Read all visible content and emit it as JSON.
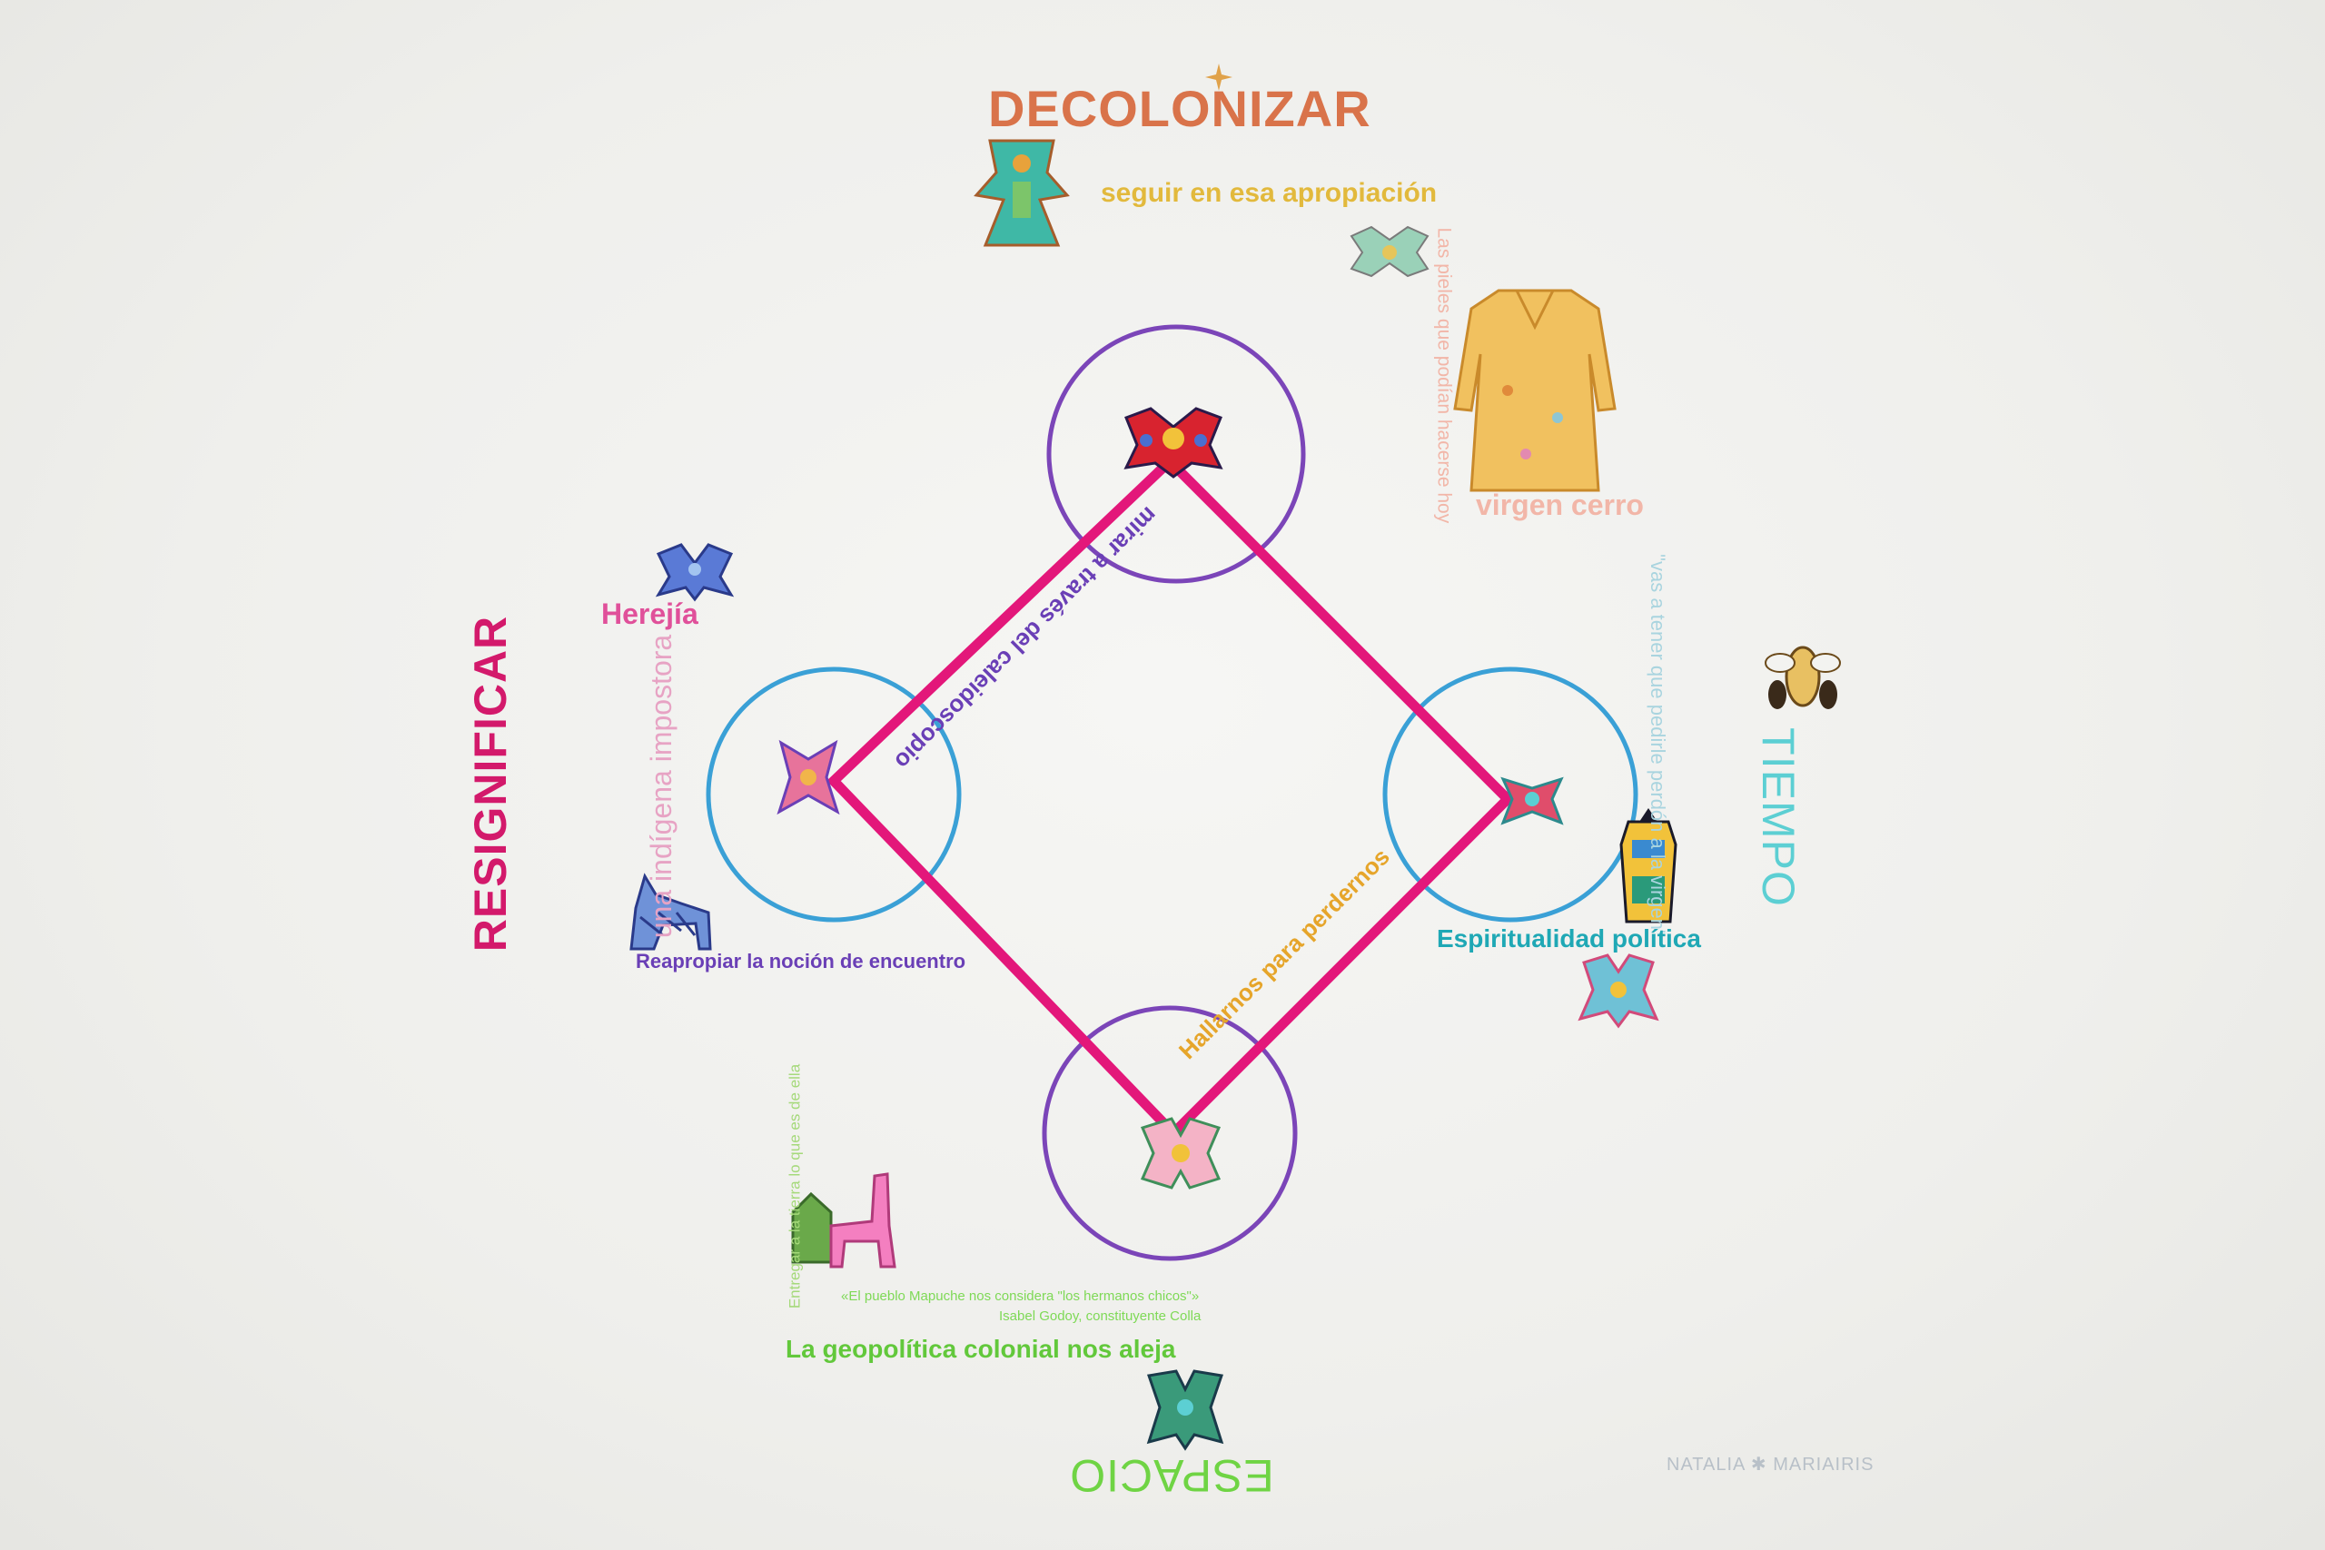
{
  "colors": {
    "wall": "#efefec",
    "decolonizar": "#d9734a",
    "resignificar": "#d3196b",
    "tiempo": "#5ccfd3",
    "espacio": "#6fd444",
    "diamond": "#e3177a",
    "circle_purple": "#7b45b8",
    "circle_blue": "#3aa0d6",
    "apropiacion": "#e2b93c",
    "herejia": "#e0509a",
    "impostora": "#e7a3c4",
    "reapropiar": "#6a3fb6",
    "caleidoscopio": "#6a3fb6",
    "hallarnos": "#e6a52a",
    "espiritualidad": "#1fa8b5",
    "virgen_cerro": "#f2b6a8",
    "pedir_perdon": "#a9d4df",
    "geopolitica": "#62c83b",
    "mapuche_quote": "#7ed956",
    "signature": "#b8c0c8"
  },
  "axes": {
    "top": "DECOLONIZAR",
    "left": "RESIGNIFICAR",
    "right": "TIEMPO",
    "bottom": "ESPACIO"
  },
  "phrases": {
    "apropiacion": "seguir en esa apropiación",
    "herejia": "Herejía",
    "impostora": "una indígena impostora",
    "reapropiar": "Reapropiar la noción de encuentro",
    "caleidoscopio": "mirar a través del caleidoscopio",
    "hallarnos": "Hallarnos para perdernos",
    "espiritualidad": "Espiritualidad política",
    "virgen_cerro": "virgen cerro",
    "pieles": "Las pieles que podían hacerse hoy",
    "pedir_perdon": "\"vas a tener que pedirle perdón a la virgen\"",
    "geopolitica": "La geopolítica colonial nos aleja",
    "entregar_tierra": "Entregar a la tierra lo que es de ella",
    "mapuche_quote": "«El pueblo Mapuche nos considera \"los hermanos chicos\"»",
    "mapuche_author": "Isabel Godoy, constituyente Colla"
  },
  "signature": {
    "left": "NATALIA",
    "right": "MARIAIRIS"
  },
  "figures": [
    "decolonizar-figurine",
    "apropiacion-figurine",
    "dress-figurine",
    "top-node-figurine",
    "left-node-figurine",
    "right-node-figurine",
    "bottom-node-figurine",
    "herejia-figurine",
    "wolf-figurine",
    "bee-figurine",
    "warrior-figurine",
    "spirit-figurine",
    "llama-figurine",
    "espacio-figurine"
  ]
}
